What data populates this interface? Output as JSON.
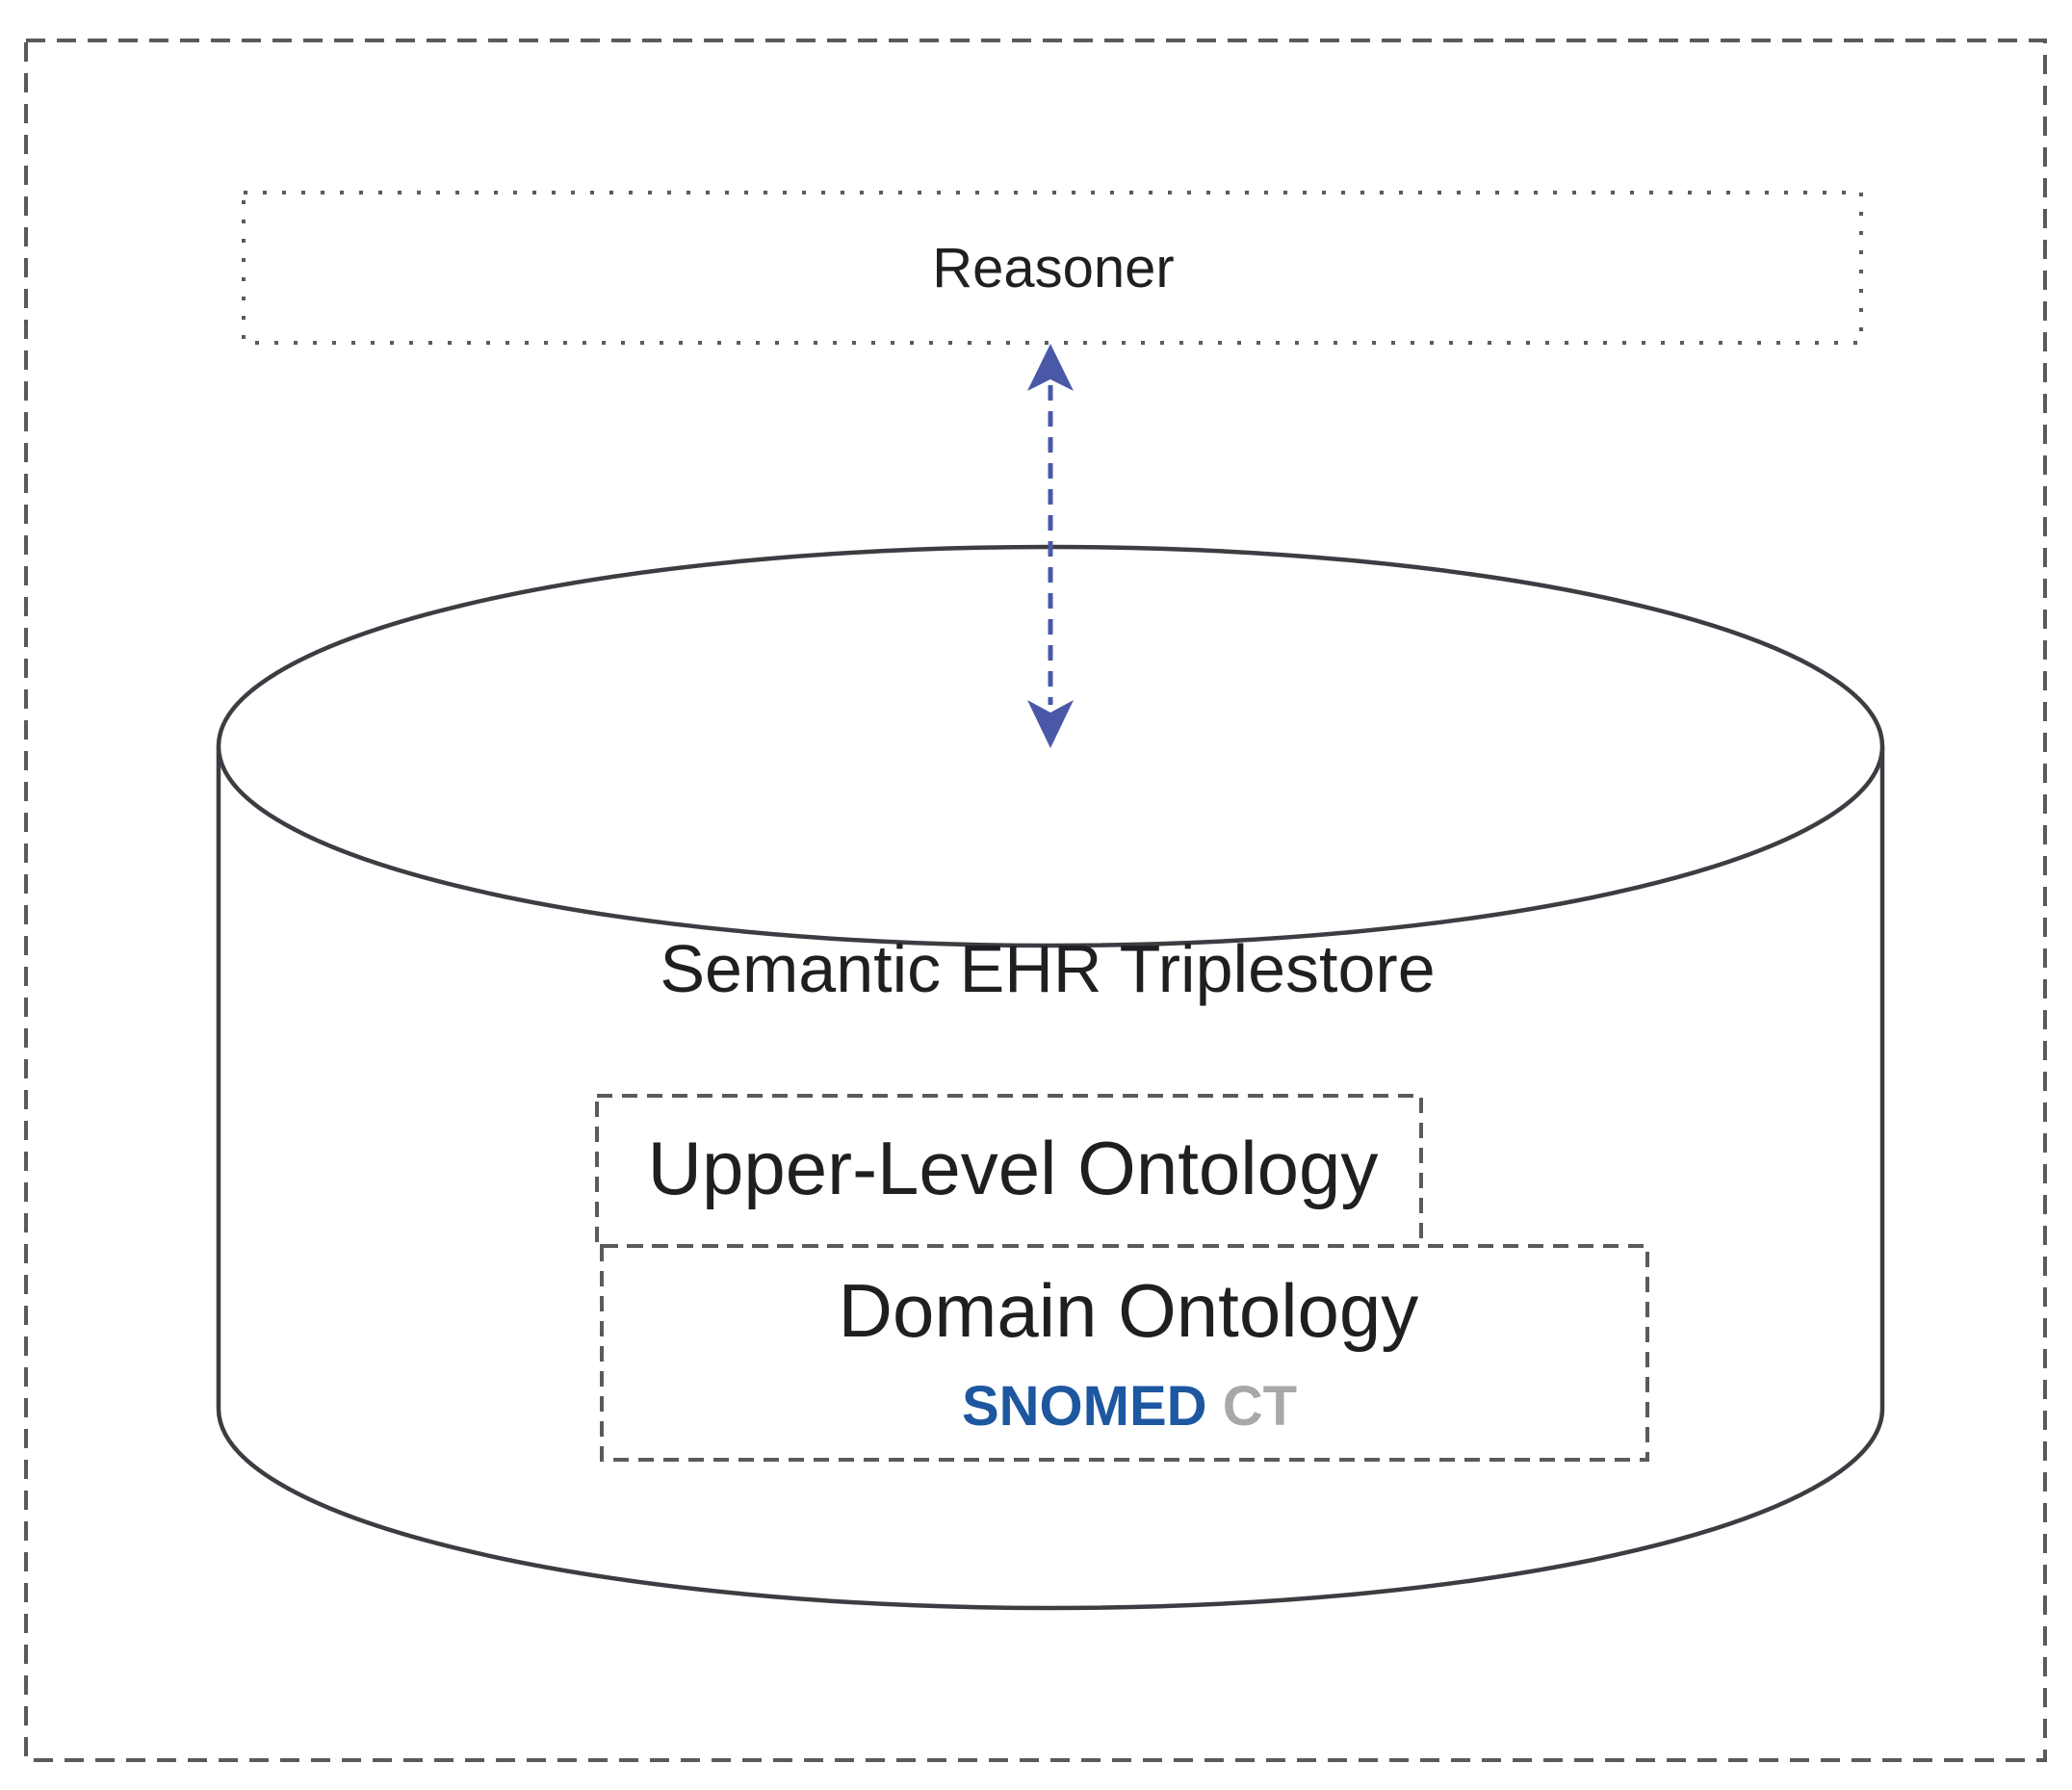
{
  "reasoner": {
    "label": "Reasoner"
  },
  "triplestore": {
    "label": "Semantic EHR Triplestore"
  },
  "upper_ontology": {
    "label": "Upper-Level Ontology"
  },
  "domain_ontology": {
    "label": "Domain Ontology",
    "logo_primary": "SNOMED",
    "logo_secondary": "CT"
  },
  "colors": {
    "stroke": "#3c3c42",
    "dash_box": "#5a5a5e",
    "arrow": "#4a58a8",
    "snomed_blue": "#1d57a0",
    "snomed_gray": "#a8a8a8",
    "text": "#1f1f22"
  }
}
